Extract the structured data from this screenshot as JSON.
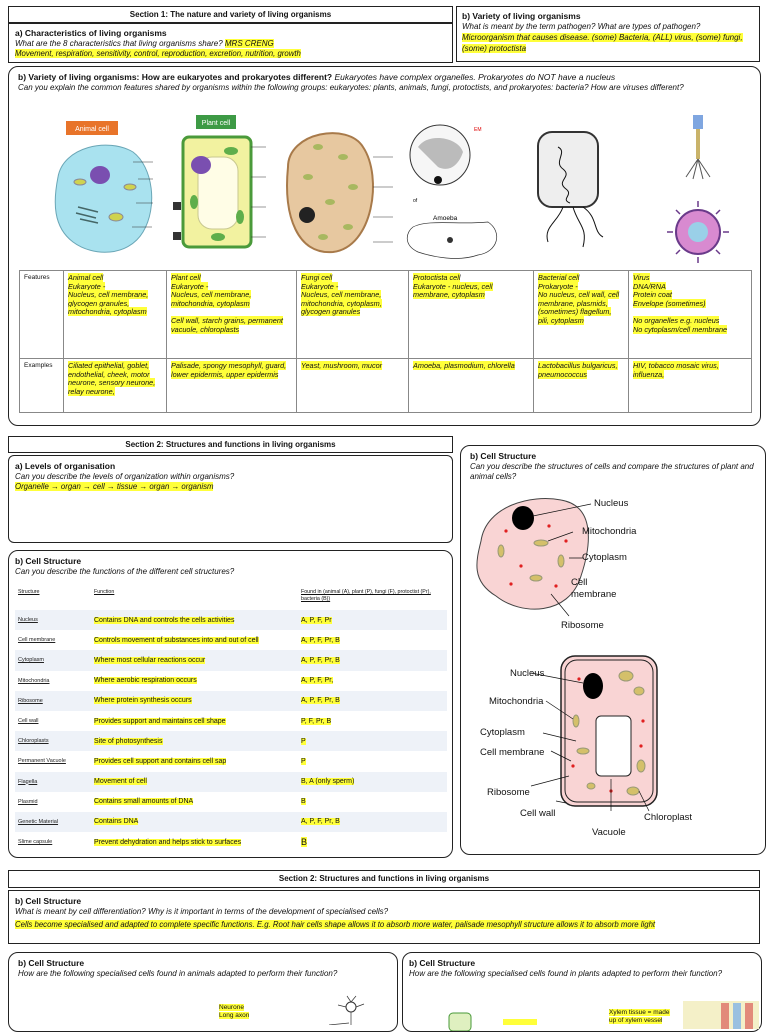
{
  "section1": {
    "title": "Section 1: The nature and variety of living organisms",
    "a_heading": "a)   Characteristics of living organisms",
    "a_question": "What are the 8 characteristics that living organisms share? ",
    "a_mnemonic": "MRS CRENG",
    "a_answer": "Movement, respiration, sensitivity, control, reproduction, excretion, nutrition, growth",
    "pathogen_heading": "b) Variety of living organisms",
    "pathogen_question": "What is meant by the term pathogen? What are types of pathogen?",
    "pathogen_answer": "Microorganism that causes disease. (some) Bacteria, (ALL) virus, (some) fungi, (some) protoctista",
    "variety_heading": "b) Variety of living organisms: How are eukaryotes and prokaryotes different?",
    "variety_note": "Eukaryotes have complex organelles. Prokaryotes do NOT have a nucleus",
    "variety_question": "Can you explain the common features shared by organisms within the following groups: eukaryotes: plants, animals, fungi, protoctists, and prokaryotes: bacteria? How are viruses different?",
    "images": {
      "animal_label": "Animal cell",
      "plant_label": "Plant cell",
      "amoeba_label": "Amoeba"
    },
    "features_label": "Features",
    "examples_label": "Examples",
    "columns": [
      {
        "features": [
          "Animal cell",
          "Eukaryote -",
          "Nucleus, cell membrane, glycogen granules, mitochondria, cytoplasm"
        ],
        "examples": "Ciliated epithelial, goblet, endothelial, cheek, motor neurone, sensory neurone, relay neurone,"
      },
      {
        "features": [
          "Plant cell",
          "Eukaryote -",
          "Nucleus, cell membrane, mitochondria, cytoplasm",
          "Cell wall, starch grains, permanent vacuole, chloroplasts"
        ],
        "examples": "Palisade, spongy mesophyll, guard, lower epidermis, upper epidermis"
      },
      {
        "features": [
          "Fungi cell",
          "Eukaryote -",
          "Nucleus, cell membrane, mitochondria, cytoplasm, glycogen granules"
        ],
        "examples": "Yeast, mushroom, mucor"
      },
      {
        "features": [
          "Protoctista cell",
          "Eukaryote - nucleus, cell membrane, cytoplasm"
        ],
        "examples": "Amoeba, plasmodium, chlorella"
      },
      {
        "features": [
          "Bacterial cell",
          "Prokaryote -",
          "No nucleus, cell wall, cell membrane, plasmids, (sometimes) flagellum, pili, cytoplasm"
        ],
        "examples": "Lactobacillus bulgaricus, pneumococcus"
      },
      {
        "features": [
          "Virus",
          "DNA/RNA",
          "Protein coat",
          "Envelope (sometimes)",
          "No organelles e.g. nucleus",
          "No cytoplasm/cell membrane"
        ],
        "examples": "HIV, tobacco mosaic virus, influenza,"
      }
    ]
  },
  "section2": {
    "title": "Section 2: Structures and functions in living organisms",
    "levels_heading": "a)   Levels of organisation",
    "levels_question": "Can you describe the levels of organization within organisms?",
    "levels_answer": "Organelle → organ → cell → tissue → organ → organism",
    "cs_heading": "b) Cell Structure",
    "cs_question": "Can you describe the functions of the different cell structures?",
    "cs_headers": [
      "Structure",
      "Function",
      "Found in (animal (A), plant (P), fungi (F), protoctist (Pr), bacteria (B))"
    ],
    "cs_rows": [
      [
        "Nucleus",
        "Contains DNA and controls the cells activities",
        "A, P, F, Pr"
      ],
      [
        "Cell membrane",
        "Controls movement of substances into and out of cell",
        "A, P, F, Pr, B"
      ],
      [
        "Cytoplasm",
        "Where most cellular reactions occur",
        "A, P, F, Pr, B"
      ],
      [
        "Mitochondria",
        "Where aerobic respiration occurs",
        "A, P, F, Pr,"
      ],
      [
        "Ribosome",
        "Where protein synthesis occurs",
        "A, P, F, Pr, B"
      ],
      [
        "Cell wall",
        "Provides support and maintains cell shape",
        "P, F, Pr, B"
      ],
      [
        "Chloroplasts",
        "Site of photosynthesis",
        "P"
      ],
      [
        "Permanent Vacuole",
        "Provides cell support and contains cell sap",
        "P"
      ],
      [
        "Flagella",
        "Movement of cell",
        "B, A (only sperm)"
      ],
      [
        "Plasmid",
        "Contains small amounts of DNA",
        "B"
      ],
      [
        "Genetic Material",
        "Contains DNA",
        "A, P, F, Pr, B"
      ],
      [
        "Slime capsule",
        "Prevent dehydration and helps stick to surfaces",
        "B"
      ]
    ],
    "compare_heading": "b) Cell Structure",
    "compare_question": "Can you describe the structures of cells and compare the structures of plant and animal cells?",
    "animal_labels": {
      "nucleus": "Nucleus",
      "mitochondria": "Mitochondria",
      "cytoplasm": "Cytoplasm",
      "membrane": "Cell membrane",
      "ribosome": "Ribosome"
    },
    "plant_labels": {
      "nucleus": "Nucleus",
      "mitochondria": "Mitochondria",
      "cytoplasm": "Cytoplasm",
      "membrane": "Cell membrane",
      "ribosome": "Ribosome",
      "wall": "Cell wall",
      "vacuole": "Vacuole",
      "chloroplast": "Chloroplast"
    }
  },
  "section3": {
    "title": "Section 2: Structures and functions in living organisms",
    "diff_heading": "b) Cell Structure",
    "diff_question": "What is meant by cell differentiation? Why is it important in terms of the development of specialised cells?",
    "diff_answer": "Cells become specialised and adapted to complete specific functions. E.g. Root hair cells shape allows it to absorb more water, palisade mesophyll structure allows it to absorb more light",
    "animal_heading": "b) Cell Structure",
    "animal_question": "How are the following specialised cells found in animals adapted to perform their function?",
    "animal_note": [
      "Neurone",
      "Long axon"
    ],
    "plant_heading": "b) Cell Structure",
    "plant_question": "How are the following specialised cells found in plants adapted to perform their function?",
    "plant_note": [
      "Xylem tissue = made",
      "up of xylem vessel"
    ]
  },
  "colors": {
    "highlight": "#ffff3a",
    "animal_cell": "#a9e2ef",
    "plant_cell": "#f2f2a0",
    "fungi_cell": "#e7c8a0",
    "cell_pink": "#f9d4d4",
    "label_orange": "#e8742a",
    "label_green": "#3d9a45"
  }
}
